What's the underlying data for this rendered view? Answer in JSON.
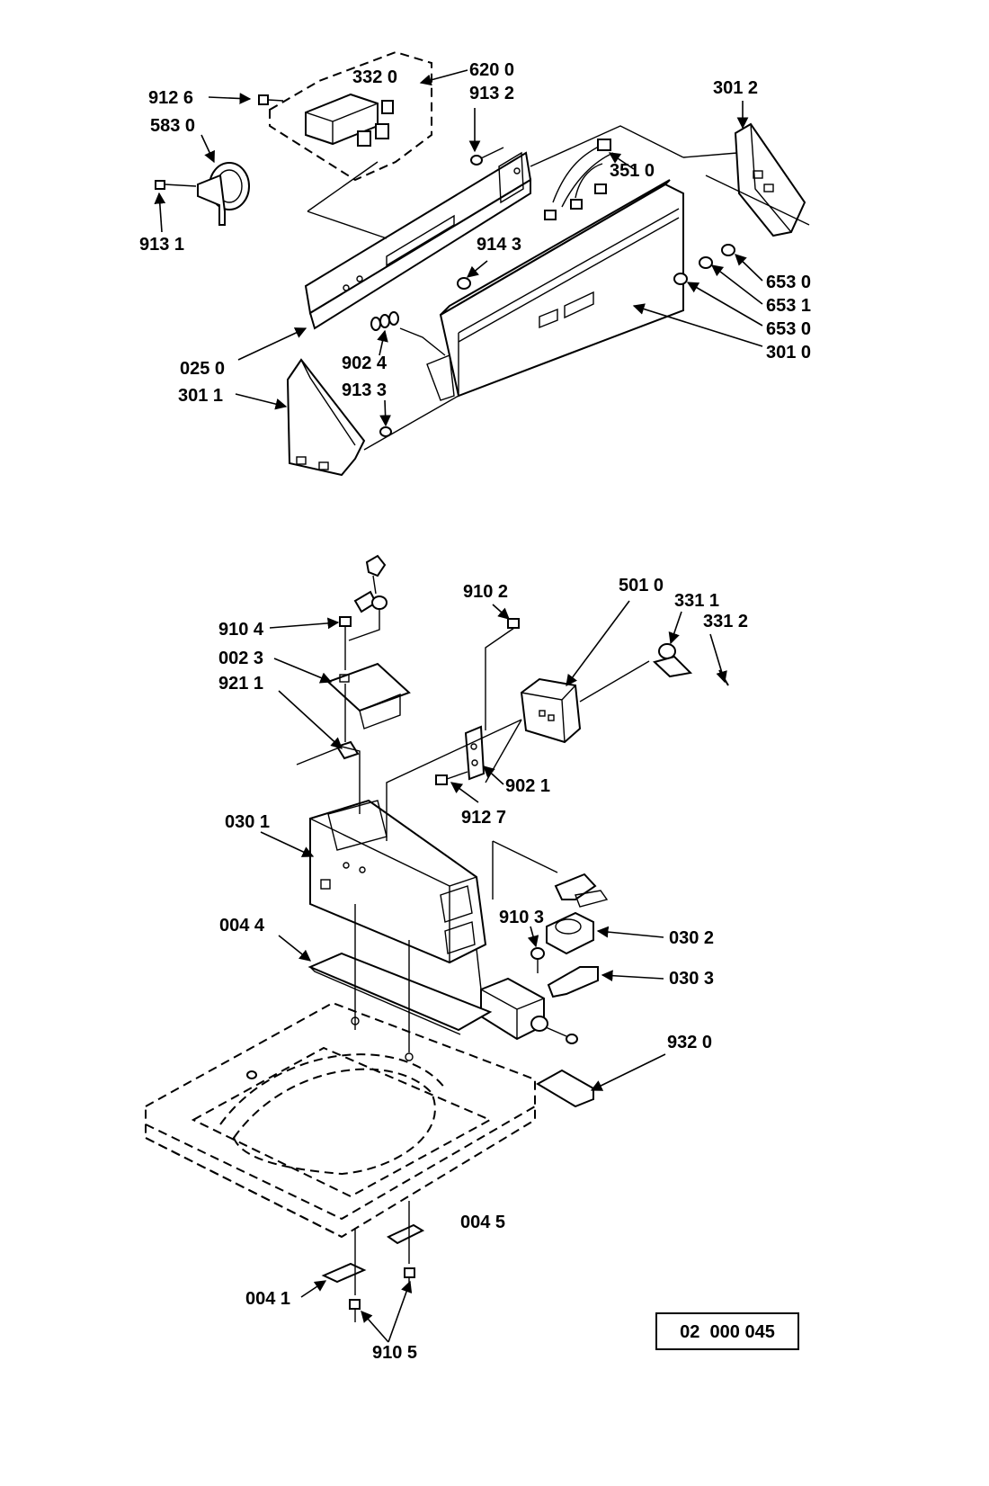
{
  "diagram": {
    "part_labels": [
      "912 6",
      "583 0",
      "913 1",
      "332 0",
      "620 0",
      "913 2",
      "301 2",
      "351 0",
      "914 3",
      "653 0",
      "653 1",
      "653 0",
      "301 0",
      "025 0",
      "902 4",
      "301 1",
      "913 3",
      "910 4",
      "002 3",
      "921 1",
      "910 2",
      "501 0",
      "331 1",
      "331 2",
      "902 1",
      "912 7",
      "030 1",
      "910 3",
      "030 2",
      "030 3",
      "004 4",
      "932 0",
      "004 5",
      "004 1",
      "910 5"
    ],
    "reference_number": "02  000 045"
  }
}
